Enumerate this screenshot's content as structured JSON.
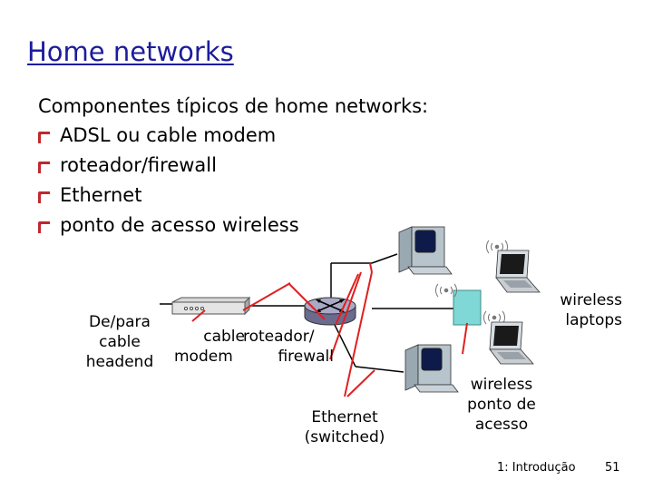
{
  "slide": {
    "title": "Home networks",
    "heading": "Componentes típicos de home networks:",
    "bullets": [
      "ADSL ou cable modem",
      "roteador/firewall",
      "Ethernet",
      "ponto de acesso wireless"
    ]
  },
  "diagram": {
    "headend_label": [
      "De/para",
      "cable",
      "headend"
    ],
    "cable_modem_label": [
      "cable",
      "modem"
    ],
    "router_label": [
      "roteador/",
      "firewall"
    ],
    "ethernet_label": [
      "Ethernet",
      "(switched)"
    ],
    "access_point_label": [
      "wireless",
      "ponto de",
      "acesso"
    ],
    "laptops_label": [
      "wireless",
      "laptops"
    ]
  },
  "footer": {
    "section": "1: Introdução",
    "page": "51"
  },
  "colors": {
    "title": "#1c1c9c",
    "bullet": "#c0282e",
    "link_red": "#e02020",
    "access_point": "#7fd8d6"
  }
}
